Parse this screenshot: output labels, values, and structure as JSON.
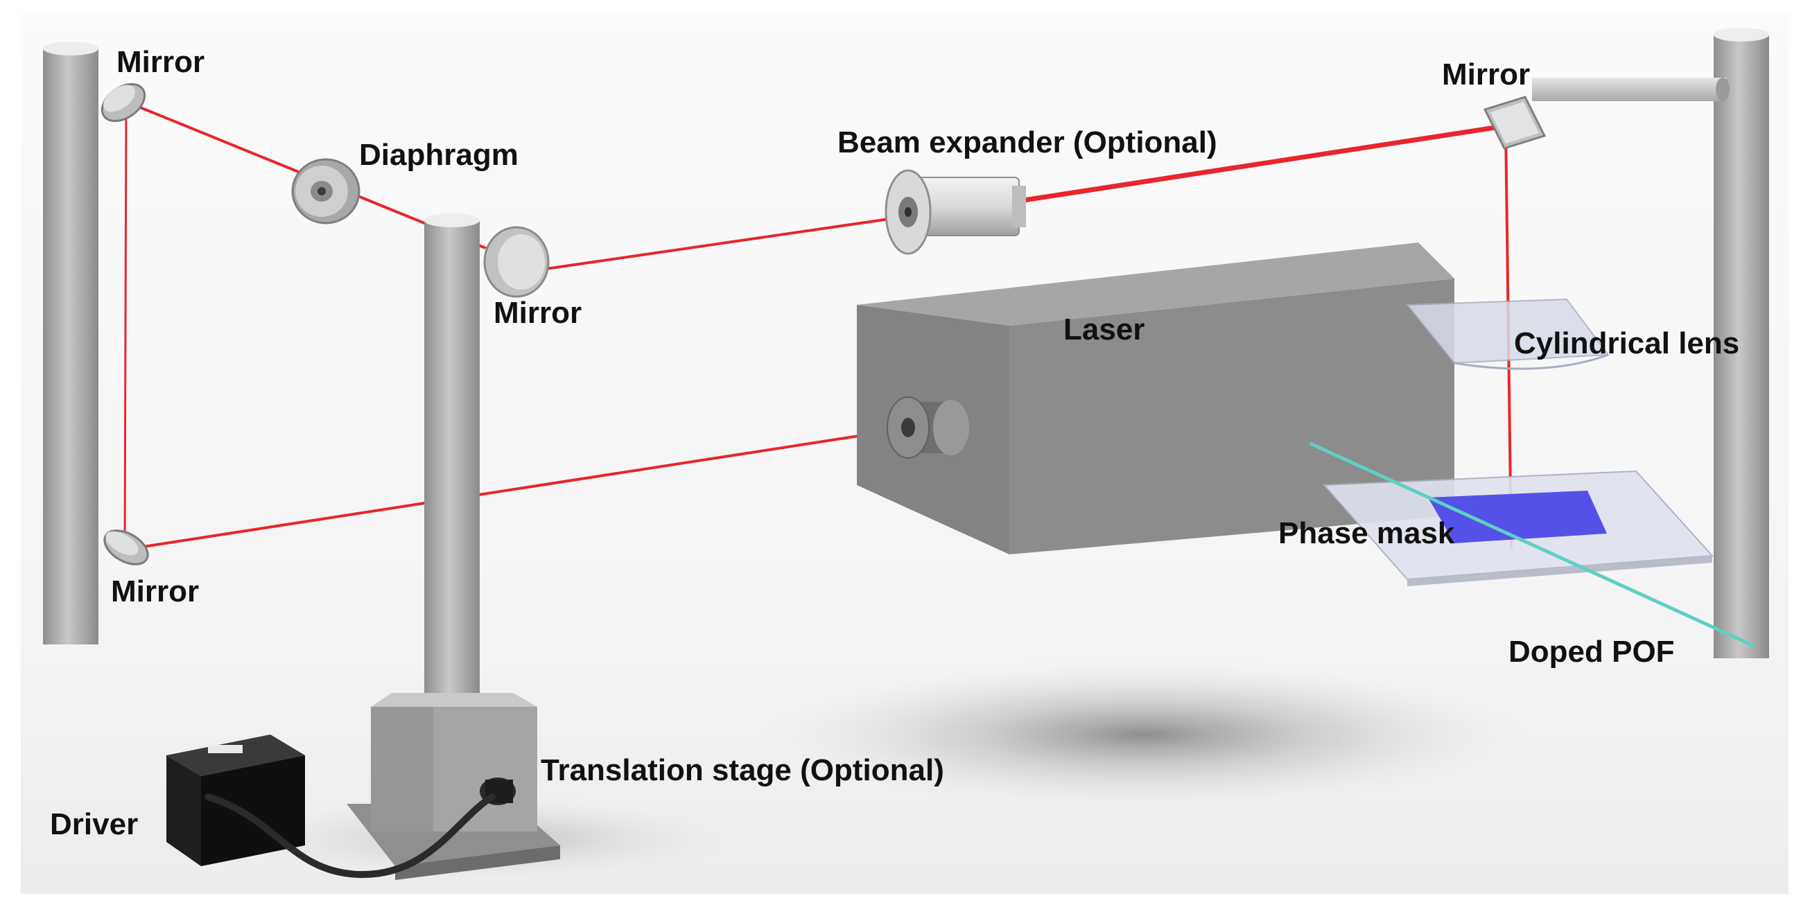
{
  "labels": {
    "mirror_top_left": "Mirror",
    "diaphragm": "Diaphragm",
    "beam_expander": "Beam expander (Optional)",
    "mirror_top_right": "Mirror",
    "mirror_center": "Mirror",
    "laser": "Laser",
    "cylindrical_lens": "Cylindrical lens",
    "phase_mask": "Phase mask",
    "mirror_bottom_left": "Mirror",
    "doped_pof": "Doped POF",
    "translation_stage": "Translation stage (Optional)",
    "driver": "Driver"
  },
  "colors": {
    "beam": "#e8262b",
    "phase_mask_grating": "#5551e8",
    "fiber": "#5fcfc4",
    "laser_body": "#8c8c8c",
    "post": "#a9a9a9"
  }
}
